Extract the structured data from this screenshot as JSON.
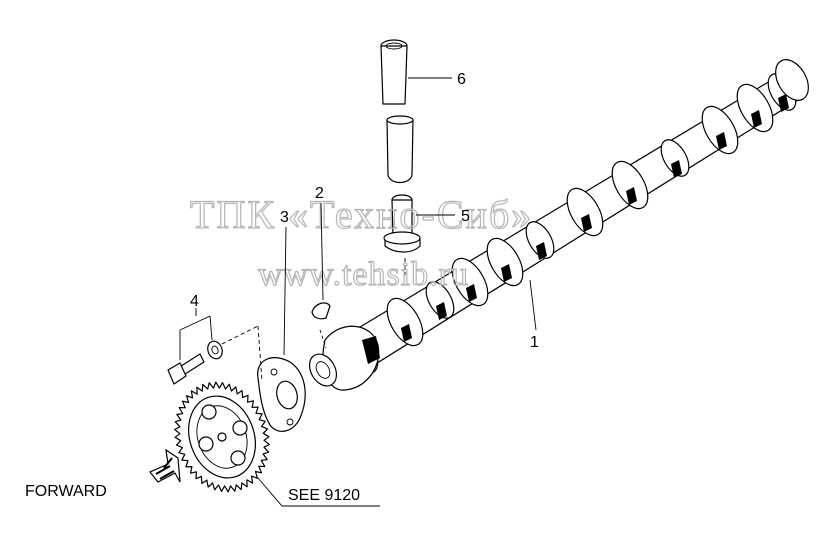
{
  "callouts": {
    "c1": "1",
    "c2": "2",
    "c3": "3",
    "c4": "4",
    "c5": "5",
    "c6": "6"
  },
  "labels": {
    "forward": "FORWARD",
    "see_ref": "SEE 9120"
  },
  "watermark": {
    "line1": "ТПК «Техно-Сиб»",
    "line2": "www.tehsib.ru"
  },
  "colors": {
    "ink": "#000000",
    "background": "#ffffff",
    "watermark": "#b5b5b5"
  }
}
